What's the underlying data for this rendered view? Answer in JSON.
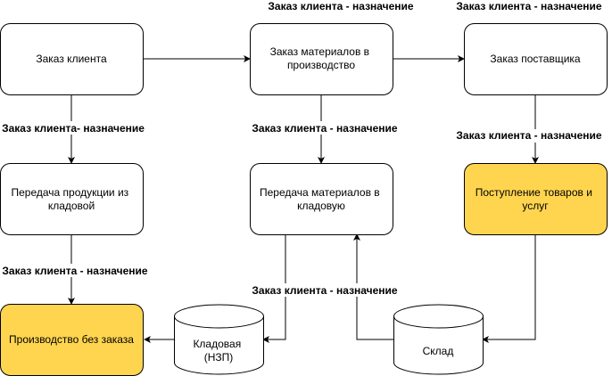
{
  "colors": {
    "node_fill": "#ffffff",
    "highlight_fill": "#ffd54f",
    "stroke": "#000000"
  },
  "nodes": {
    "customer_order": {
      "text": [
        "Заказ клиента"
      ]
    },
    "materials_order": {
      "text": [
        "Заказ материалов в",
        "производство"
      ]
    },
    "supplier_order": {
      "text": [
        "Заказ поставщика"
      ]
    },
    "product_transfer": {
      "text": [
        "Передача продукции из",
        "кладовой"
      ]
    },
    "materials_transfer": {
      "text": [
        "Передача материалов в",
        "кладовую"
      ]
    },
    "goods_receipt": {
      "text": [
        "Поступление товаров и",
        "услуг"
      ]
    },
    "production": {
      "text": [
        "Производство без заказа"
      ]
    },
    "storeroom": {
      "text": [
        "Кладовая",
        "(НЗП)"
      ]
    },
    "warehouse": {
      "text": [
        "Склад"
      ]
    }
  },
  "edge_labels": {
    "top_center": "Заказ клиента - назначение",
    "top_right": "Заказ клиента - назначение",
    "left_upper": "Заказ клиента- назначение",
    "center_upper": "Заказ клиента - назначение",
    "right_upper": "Заказ клиента - назначение",
    "left_lower": "Заказ клиента - назначение",
    "center_lower": "Заказ клиента - назначение"
  }
}
